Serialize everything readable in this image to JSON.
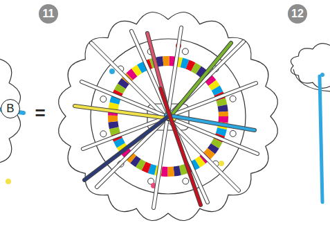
{
  "diagram": {
    "labels": [
      "11",
      "12",
      "B",
      "="
    ]
  }
}
